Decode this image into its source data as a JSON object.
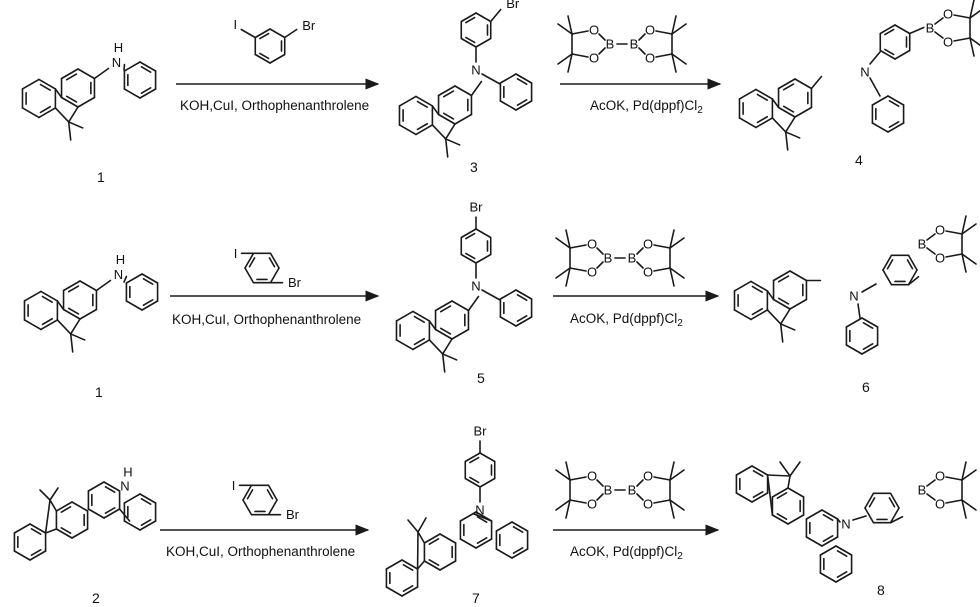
{
  "rows": [
    {
      "condition_top": "KOH,CuI, Orthophenanthrolene",
      "condition_bottom": "AcOK, Pd(dppf)Cl",
      "condition_bottom_sub": "2",
      "labels": [
        "1",
        "3",
        "4"
      ]
    },
    {
      "condition_top": "KOH,CuI, Orthophenanthrolene",
      "condition_bottom": "AcOK, Pd(dppf)Cl",
      "condition_bottom_sub": "2",
      "labels": [
        "1",
        "5",
        "6"
      ]
    },
    {
      "condition_top": "KOH,CuI, Orthophenanthrolene",
      "condition_bottom": "AcOK, Pd(dppf)Cl",
      "condition_bottom_sub": "2",
      "labels": [
        "2",
        "7",
        "8"
      ]
    }
  ],
  "atoms": {
    "nh": "H",
    "n": "N",
    "br": "Br",
    "iodo": "I",
    "boron": "B",
    "oxygen": "O"
  }
}
